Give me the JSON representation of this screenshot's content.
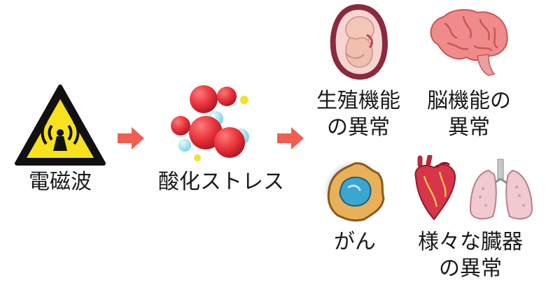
{
  "source": {
    "label": "電磁波",
    "icon": "radiation-warning-icon"
  },
  "middle": {
    "label": "酸化ストレス",
    "icon": "reactive-oxygen-molecules-icon"
  },
  "outcomes": [
    {
      "line1": "生殖機能",
      "line2": "の異常",
      "icon": "fetus-in-womb-icon"
    },
    {
      "line1": "脳機能の",
      "line2": "異常",
      "icon": "brain-icon"
    },
    {
      "line1": "がん",
      "line2": "",
      "icon": "cancer-cell-icon"
    },
    {
      "line1": "様々な臓器",
      "line2": "の異常",
      "icon": "heart-and-lungs-icon"
    }
  ],
  "colors": {
    "warning_yellow": "#f7e21d",
    "arrow": "#ef5e50",
    "molecule_red": "#e8323a",
    "molecule_cyan": "#9fe3ef",
    "brain": "#f08b8b",
    "cell_blue": "#3aa6d2",
    "cell_body": "#e9b05a",
    "heart": "#d8344a",
    "lung": "#f1c9d0"
  }
}
